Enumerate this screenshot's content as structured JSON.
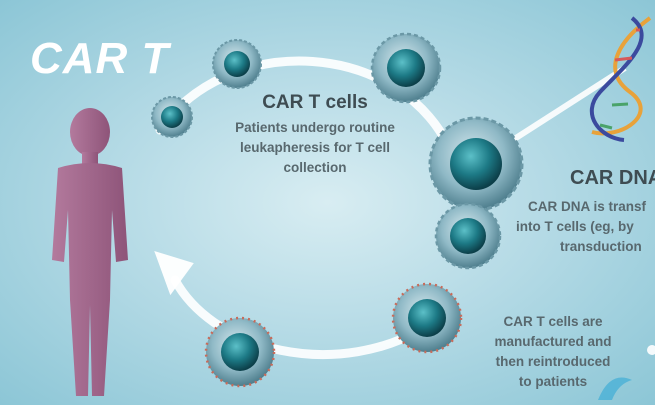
{
  "title": "CAR T",
  "steps": {
    "collection": {
      "heading": "CAR T cells",
      "lines": [
        "Patients undergo routine",
        "leukapheresis for T cell",
        "collection"
      ]
    },
    "transduction": {
      "heading": "CAR DNA",
      "lines": [
        "CAR DNA is transf",
        "into T cells (eg, by",
        "transduction"
      ]
    },
    "reinfusion": {
      "lines": [
        "CAR T cells are",
        "manufactured and",
        "then reintroduced",
        "to patients"
      ]
    }
  },
  "icons": [
    "human-silhouette-icon",
    "t-cell-icon",
    "car-t-cell-icon",
    "dna-helix-icon",
    "arrow-icon"
  ],
  "colors": {
    "background": "#b6dbe6",
    "title": "#ffffff",
    "silhouette": "#a0668c",
    "cell_core": "#1d7a86",
    "cell_membrane": "#7fb0bf",
    "cycle_arrow": "#ffffff",
    "dna_strand_a": "#e8a23a",
    "dna_strand_b": "#3b4a9e"
  }
}
